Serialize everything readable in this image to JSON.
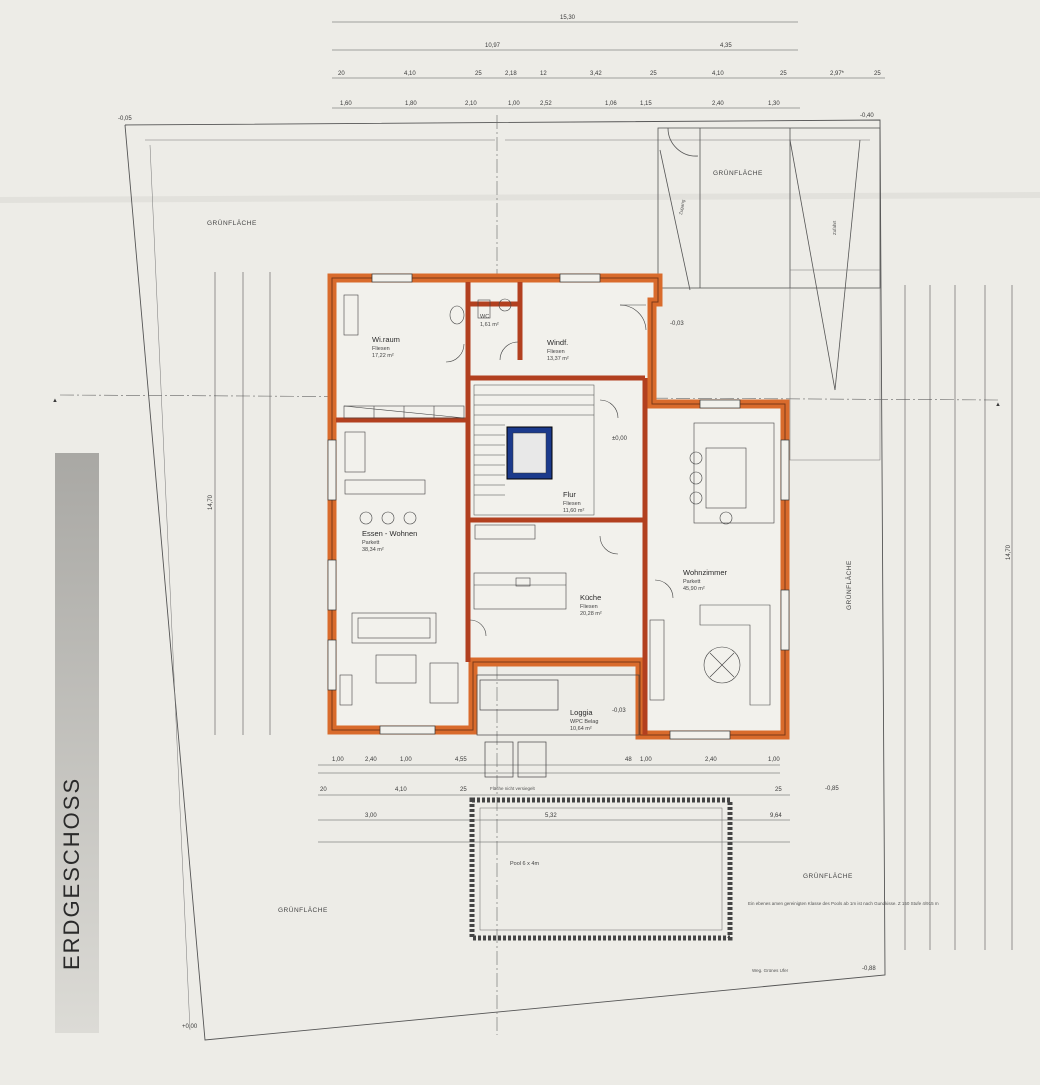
{
  "floor_label": "ERDGESCHOSS",
  "top_dimensions": {
    "total": "15,30",
    "row2": [
      "10,97",
      "4,35"
    ],
    "row3": [
      "20",
      "4,10",
      "25",
      "2,18",
      "12",
      "3,42",
      "25",
      "4,10",
      "25",
      "2,97*",
      "25"
    ],
    "row4": [
      "1,60",
      "1,80",
      "2,10",
      "1,00",
      "2,52",
      "1,06",
      "1,15",
      "2,40",
      "1,30"
    ]
  },
  "rooms": [
    {
      "name": "Wi.raum",
      "floor": "Fliesen",
      "area": "17,22 m²"
    },
    {
      "name": "Windf.",
      "floor": "Fliesen",
      "area": "13,37 m²"
    },
    {
      "name": "WC",
      "floor": "",
      "area": "1,61 m²"
    },
    {
      "name": "Flur",
      "floor": "Fliesen",
      "area": "11,60 m²"
    },
    {
      "name": "Essen - Wohnen",
      "floor": "Parkett",
      "area": "38,34 m²"
    },
    {
      "name": "Küche",
      "floor": "Fliesen",
      "area": "20,28 m²"
    },
    {
      "name": "Wohnzimmer",
      "floor": "Parkett",
      "area": "45,90 m²"
    },
    {
      "name": "Loggia",
      "floor": "WPC Belag",
      "area": "10,64 m²"
    }
  ],
  "areas": {
    "gruen_nw": "GRÜNFLÄCHE",
    "gruen_ne": "GRÜNFLÄCHE",
    "gruen_e": "GRÜNFLÄCHE",
    "gruen_sw": "GRÜNFLÄCHE",
    "gruen_se": "GRÜNFLÄCHE",
    "pool": "Pool 6 x 4m",
    "flaeche": "Fläche nicht versiegelt",
    "zugang": "Zugang",
    "zufahrt": "Zufahrt"
  },
  "levels": {
    "nw": "-0,05",
    "ne": "-0,40",
    "entry": "-0,03",
    "hall": "±0,00",
    "loggia": "-0,03",
    "terrace": "-0,85",
    "sw": "+0,00",
    "se": "-0,88"
  },
  "side_dimensions": {
    "left_total": "14,70",
    "right_total": "14,70"
  },
  "lower_dimensions": {
    "row1": [
      "1,00",
      "2,40",
      "1,00",
      "4,55",
      "48",
      "1,00",
      "2,40",
      "1,00"
    ],
    "row2": [
      "20",
      "4,10",
      "25",
      "25"
    ],
    "row3": [
      "3,00",
      "5,32",
      "9,64"
    ]
  },
  "notes": {
    "pool_note": "Ein ebenes amen gereinigten Klasse des Pools ab 1m ist nach Gundkisse. Z 150 Stufe 4/915 m",
    "footer": "Weg. Grünes Ufer"
  }
}
